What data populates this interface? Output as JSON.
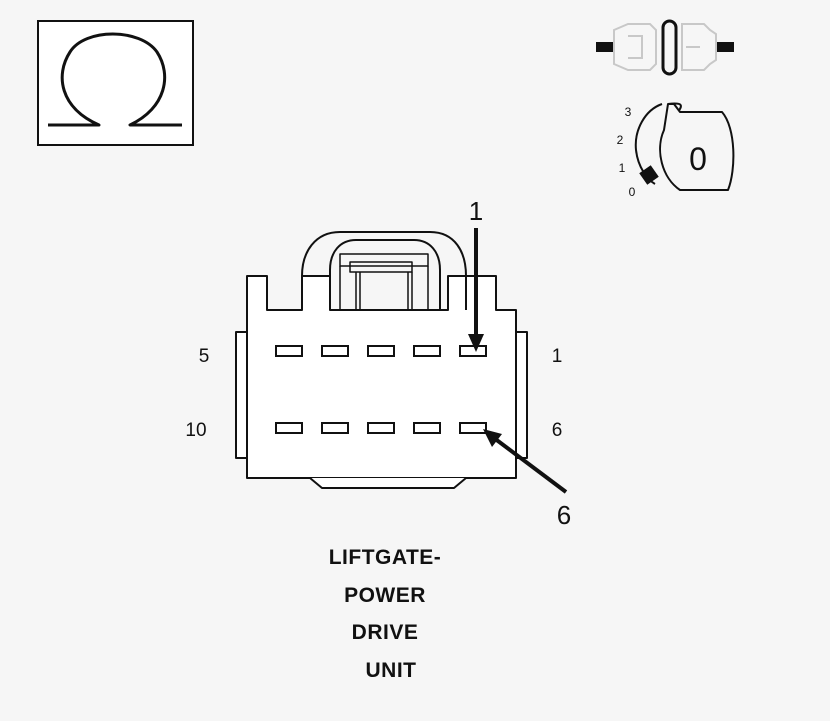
{
  "ignition_scale": {
    "positions": [
      "3",
      "2",
      "1",
      "0"
    ],
    "key_position": "0"
  },
  "connector": {
    "pin_labels": {
      "top_left": "5",
      "top_right": "1",
      "bottom_left": "10",
      "bottom_right": "6"
    },
    "callouts": {
      "pin_1": "1",
      "pin_6": "6"
    }
  },
  "title_lines": [
    "LIFTGATE-",
    "POWER",
    "DRIVE",
    "UNIT"
  ],
  "colors": {
    "background": "#f6f6f6",
    "line": "#111111",
    "faded_line": "#cccccc"
  },
  "icons": [
    "ohm-icon",
    "disconnected-connector-icon",
    "ignition-key-icon"
  ]
}
